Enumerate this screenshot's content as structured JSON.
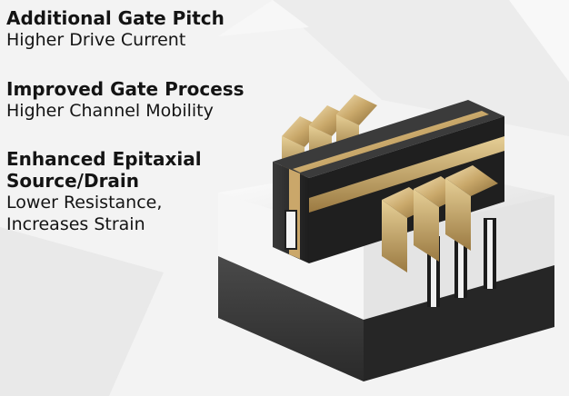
{
  "features": [
    {
      "title": "Additional Gate Pitch",
      "subtitle": "Higher Drive Current"
    },
    {
      "title": "Improved Gate Process",
      "subtitle": "Higher Channel Mobility"
    },
    {
      "title": "Enhanced Epitaxial Source/Drain",
      "subtitle_lines": [
        "Lower Resistance,",
        "Increases Strain"
      ]
    }
  ],
  "colors": {
    "background": "#f2f2f2",
    "text": "#141414",
    "gold": "#c9a86a",
    "dark_block": "#2b2b2b",
    "substrate": "#3a3a3a",
    "oxide": "#f5f5f5"
  },
  "icons": [
    "finfet-transistor-3d-illustration"
  ]
}
